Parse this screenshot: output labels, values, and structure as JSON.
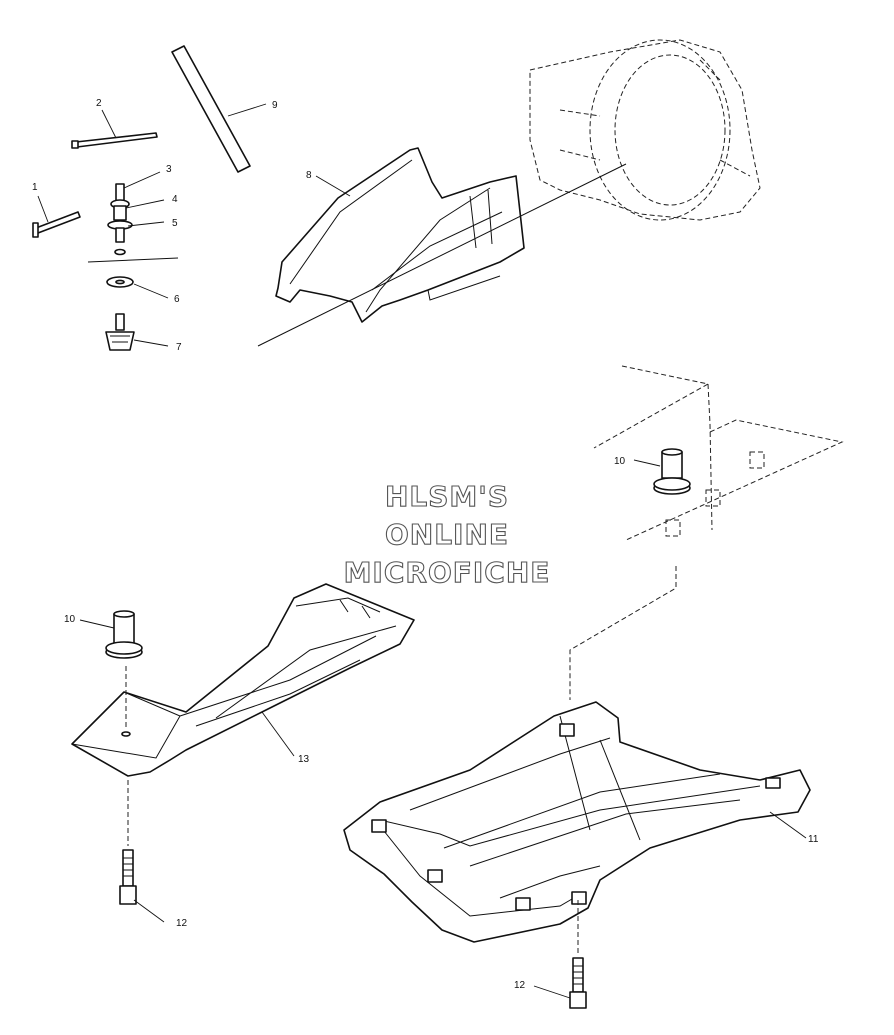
{
  "callouts": {
    "c1": "1",
    "c2": "2",
    "c3": "3",
    "c4": "4",
    "c5": "5",
    "c6": "6",
    "c7": "7",
    "c8": "8",
    "c9": "9",
    "c10a": "10",
    "c10b": "10",
    "c11": "11",
    "c12a": "12",
    "c12b": "12",
    "c13": "13"
  },
  "watermark": {
    "line1": "HLSM'S",
    "line2": "ONLINE",
    "line3": "MICROFICHE"
  }
}
